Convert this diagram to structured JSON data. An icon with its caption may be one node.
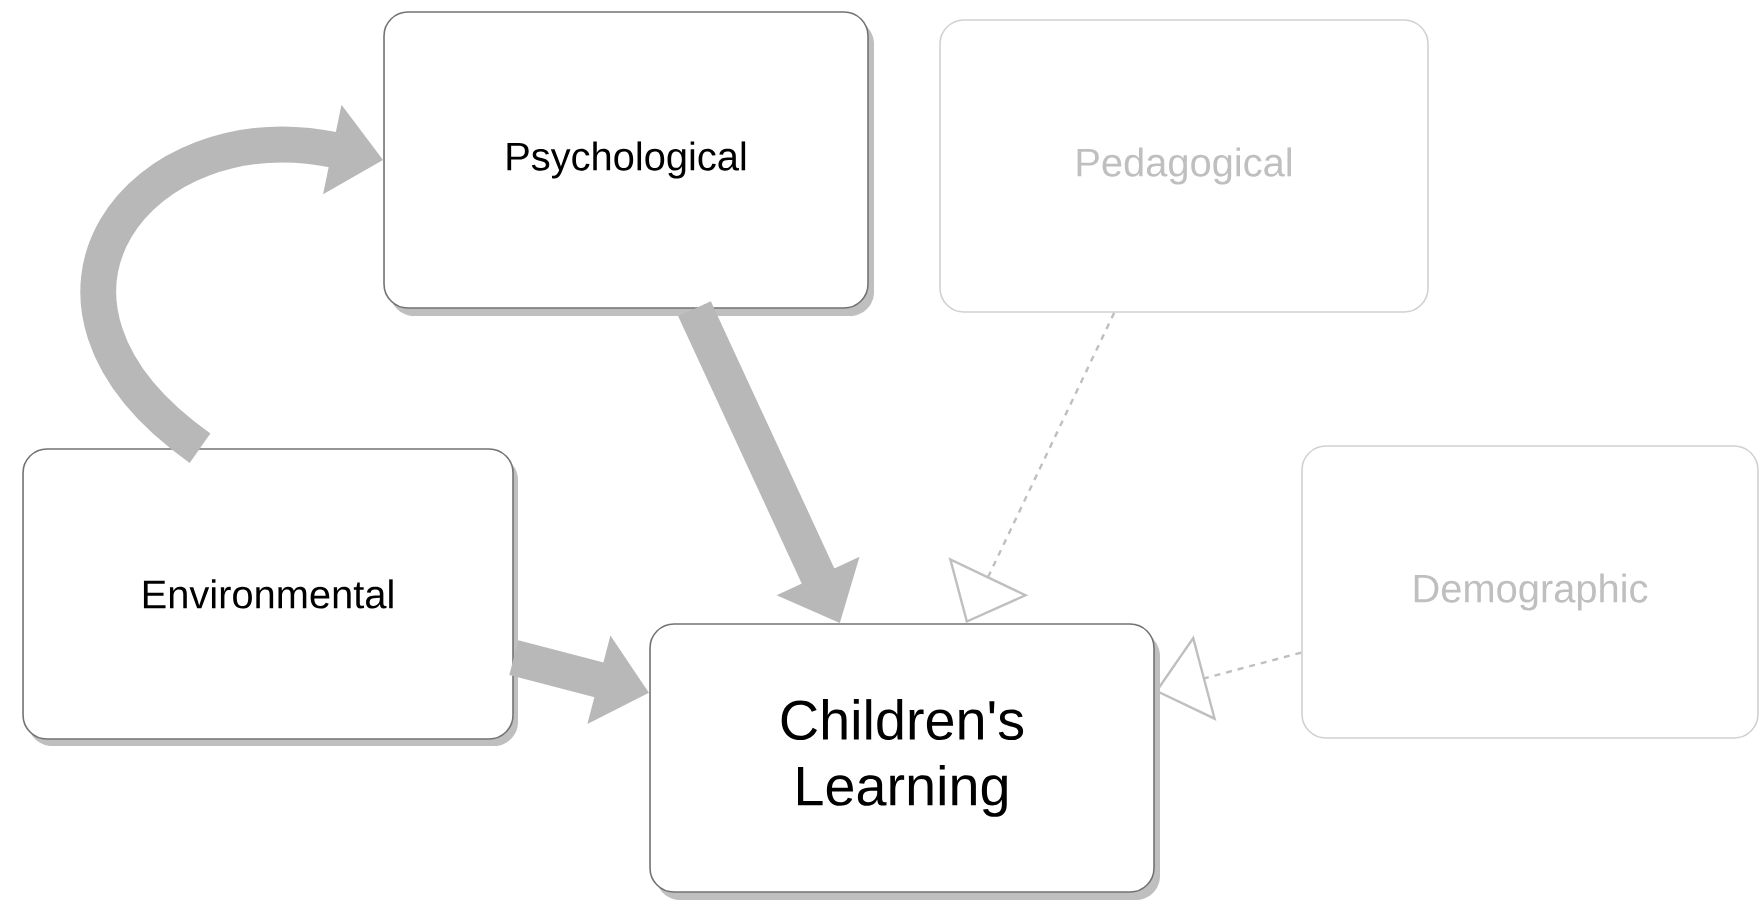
{
  "diagram": {
    "nodes": [
      {
        "text": [
          "Psychological"
        ]
      },
      {
        "text": [
          "Pedagogical"
        ]
      },
      {
        "text": [
          "Environmental"
        ]
      },
      {
        "text": [
          "Demographic"
        ]
      },
      {
        "text": [
          "Children's Learning"
        ]
      }
    ],
    "edges": [
      {
        "from": 2,
        "to": 0,
        "arrow": "to"
      },
      {
        "from": 0,
        "to": 4,
        "arrow": "to"
      },
      {
        "from": 1,
        "to": 4,
        "arrow": "to",
        "style": "dashed"
      },
      {
        "from": 2,
        "to": 4,
        "arrow": "to"
      },
      {
        "from": 3,
        "to": 4,
        "arrow": "to",
        "style": "dashed"
      }
    ]
  }
}
